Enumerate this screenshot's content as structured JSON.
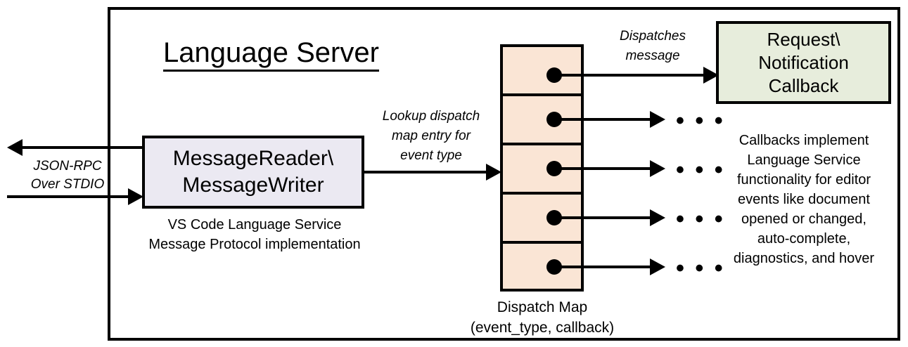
{
  "diagram": {
    "title": "Language Server",
    "io": {
      "outbound_label_line1": "JSON-RPC",
      "outbound_label_line2": "Over STDIO"
    },
    "message_box": {
      "line1": "MessageReader\\",
      "line2": "MessageWriter",
      "caption_line1": "VS Code Language Service",
      "caption_line2": "Message Protocol implementation"
    },
    "lookup_label": {
      "line1": "Lookup dispatch",
      "line2": "map entry for",
      "line3": "event type"
    },
    "dispatch_map": {
      "caption_line1": "Dispatch Map",
      "caption_line2": "(event_type, callback)",
      "rows": [
        {
          "index": 1,
          "has_callback_dot": true,
          "target": "callback-box"
        },
        {
          "index": 2,
          "has_callback_dot": true,
          "target": "ellipsis"
        },
        {
          "index": 3,
          "has_callback_dot": true,
          "target": "ellipsis"
        },
        {
          "index": 4,
          "has_callback_dot": true,
          "target": "ellipsis"
        },
        {
          "index": 5,
          "has_callback_dot": true,
          "target": "ellipsis"
        }
      ],
      "ellipsis_glyph": "• • •"
    },
    "dispatch_label": {
      "line1": "Dispatches",
      "line2": "message"
    },
    "callback_box": {
      "line1": "Request\\",
      "line2": "Notification",
      "line3": "Callback"
    },
    "callback_description": {
      "line1": "Callbacks implement",
      "line2": "Language Service",
      "line3": "functionality for editor",
      "line4": "events like document",
      "line5": "opened or changed,",
      "line6": "auto-complete,",
      "line7": "diagnostics, and hover"
    },
    "colors": {
      "message_box_fill": "#EBE9F2",
      "dispatch_map_fill": "#FAE5D5",
      "callback_box_fill": "#E7EDDC",
      "stroke": "#000000",
      "background": "#FFFFFF"
    }
  }
}
